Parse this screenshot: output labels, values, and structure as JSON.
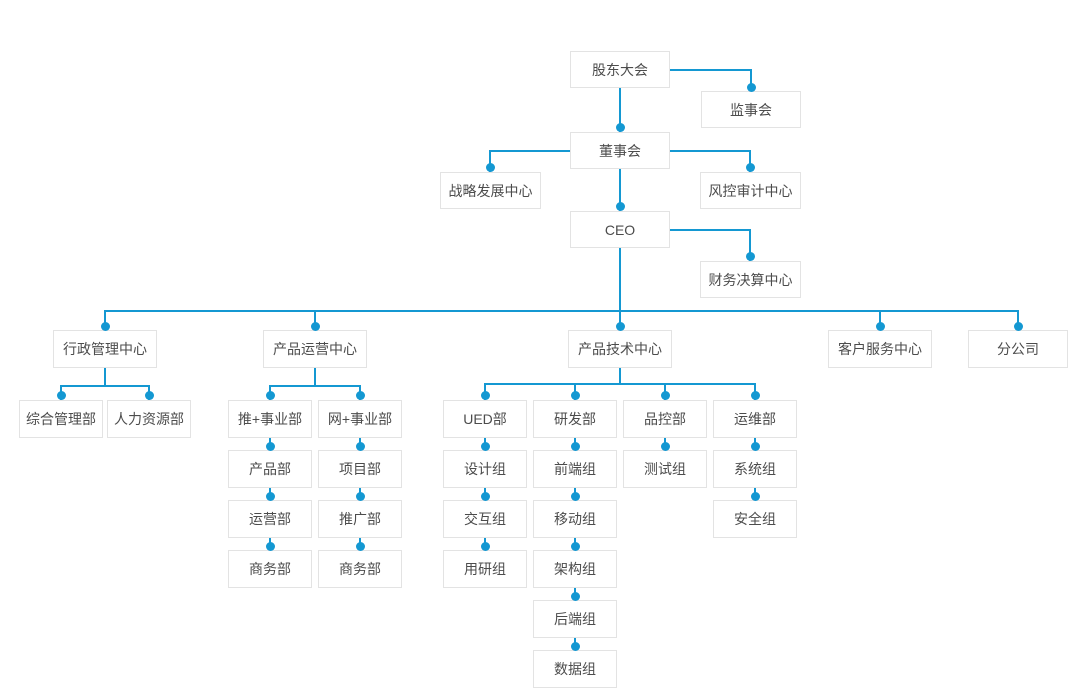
{
  "colors": {
    "line": "#1498d2",
    "dot": "#1498d2",
    "box_border": "#e3e3e3",
    "box_background": "#ffffff",
    "text": "#4c4c4c"
  },
  "nodes": {
    "shareholders_meeting": "股东大会",
    "supervisory_board": "监事会",
    "board_of_directors": "董事会",
    "strategy_center": "战略发展中心",
    "risk_audit_center": "风控审计中心",
    "ceo": "CEO",
    "finance_center": "财务决算中心",
    "admin_center": "行政管理中心",
    "product_ops_center": "产品运营中心",
    "product_tech_center": "产品技术中心",
    "customer_service_center": "客户服务中心",
    "branch_company": "分公司",
    "general_admin_dept": "综合管理部",
    "hr_dept": "人力资源部",
    "tui_division": "推+事业部",
    "wang_division": "网+事业部",
    "product_dept": "产品部",
    "project_dept": "项目部",
    "operations_dept": "运营部",
    "promotion_dept": "推广部",
    "business_dept_tui": "商务部",
    "business_dept_wang": "商务部",
    "ued_dept": "UED部",
    "rd_dept": "研发部",
    "qc_dept": "品控部",
    "om_dept": "运维部",
    "design_group": "设计组",
    "interaction_group": "交互组",
    "user_research_group": "用研组",
    "frontend_group": "前端组",
    "mobile_group": "移动组",
    "architecture_group": "架构组",
    "backend_group": "后端组",
    "data_group": "数据组",
    "testing_group": "测试组",
    "system_group": "系统组",
    "security_group": "安全组"
  },
  "edges_as_drawn": [
    [
      "股东大会",
      "监事会"
    ],
    [
      "股东大会",
      "董事会"
    ],
    [
      "董事会",
      "战略发展中心"
    ],
    [
      "董事会",
      "风控审计中心"
    ],
    [
      "董事会",
      "CEO"
    ],
    [
      "CEO",
      "财务决算中心"
    ],
    [
      "CEO",
      "行政管理中心"
    ],
    [
      "CEO",
      "产品运营中心"
    ],
    [
      "CEO",
      "产品技术中心"
    ],
    [
      "CEO",
      "客户服务中心"
    ],
    [
      "CEO",
      "分公司"
    ],
    [
      "行政管理中心",
      "综合管理部"
    ],
    [
      "行政管理中心",
      "人力资源部"
    ],
    [
      "产品运营中心",
      "推+事业部"
    ],
    [
      "产品运营中心",
      "网+事业部"
    ],
    [
      "推+事业部",
      "产品部"
    ],
    [
      "产品部",
      "运营部"
    ],
    [
      "运营部",
      "商务部"
    ],
    [
      "网+事业部",
      "项目部"
    ],
    [
      "项目部",
      "推广部"
    ],
    [
      "推广部",
      "商务部"
    ],
    [
      "产品技术中心",
      "UED部"
    ],
    [
      "产品技术中心",
      "研发部"
    ],
    [
      "产品技术中心",
      "品控部"
    ],
    [
      "产品技术中心",
      "运维部"
    ],
    [
      "UED部",
      "设计组"
    ],
    [
      "设计组",
      "交互组"
    ],
    [
      "交互组",
      "用研组"
    ],
    [
      "研发部",
      "前端组"
    ],
    [
      "前端组",
      "移动组"
    ],
    [
      "移动组",
      "架构组"
    ],
    [
      "架构组",
      "后端组"
    ],
    [
      "后端组",
      "数据组"
    ],
    [
      "品控部",
      "测试组"
    ],
    [
      "运维部",
      "系统组"
    ],
    [
      "系统组",
      "安全组"
    ]
  ]
}
